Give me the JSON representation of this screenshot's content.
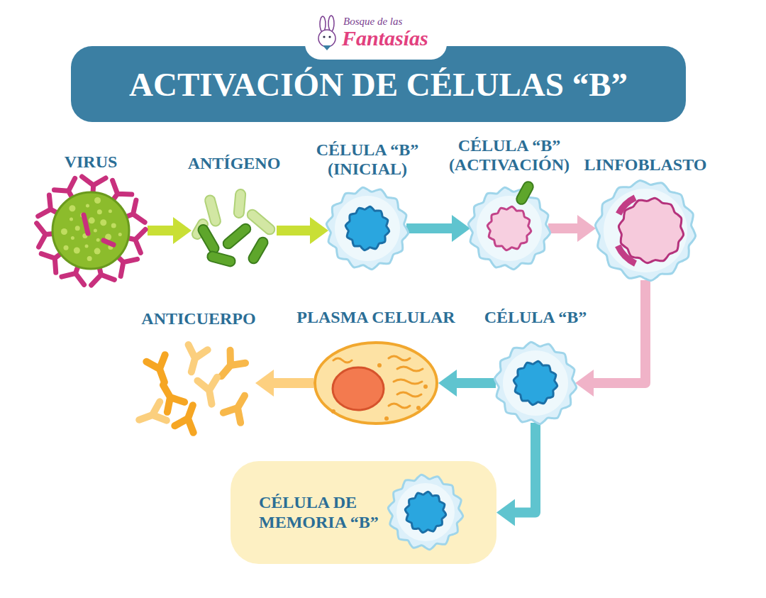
{
  "diagram": {
    "title": "ACTIVACIÓN DE CÉLULAS “B”",
    "nodes": [
      {
        "text": [
          "VIRUS"
        ]
      },
      {
        "text": [
          "ANTÍGENO"
        ]
      },
      {
        "text": [
          "CÉLULA “B” (INICIAL)"
        ]
      },
      {
        "text": [
          "CÉLULA “B” (ACTIVACIÓN)"
        ]
      },
      {
        "text": [
          "LINFOBLASTO"
        ]
      },
      {
        "text": [
          "ANTICUERPO"
        ]
      },
      {
        "text": [
          "PLASMA CELULAR"
        ]
      },
      {
        "text": [
          "CÉLULA “B”"
        ]
      },
      {
        "text": [
          "CÉLULA DE MEMORIA “B”"
        ]
      }
    ],
    "edges": [
      {
        "from": 0,
        "to": 1,
        "arrow": "to"
      },
      {
        "from": 1,
        "to": 2,
        "arrow": "to"
      },
      {
        "from": 2,
        "to": 3,
        "arrow": "to"
      },
      {
        "from": 3,
        "to": 4,
        "arrow": "to"
      },
      {
        "from": 4,
        "to": 7,
        "arrow": "to"
      },
      {
        "from": 7,
        "to": 6,
        "arrow": "to"
      },
      {
        "from": 6,
        "to": 5,
        "arrow": "to"
      },
      {
        "from": 7,
        "to": 8,
        "arrow": "to"
      }
    ],
    "labels": [
      "Bosque de las",
      "Fantasías"
    ]
  }
}
